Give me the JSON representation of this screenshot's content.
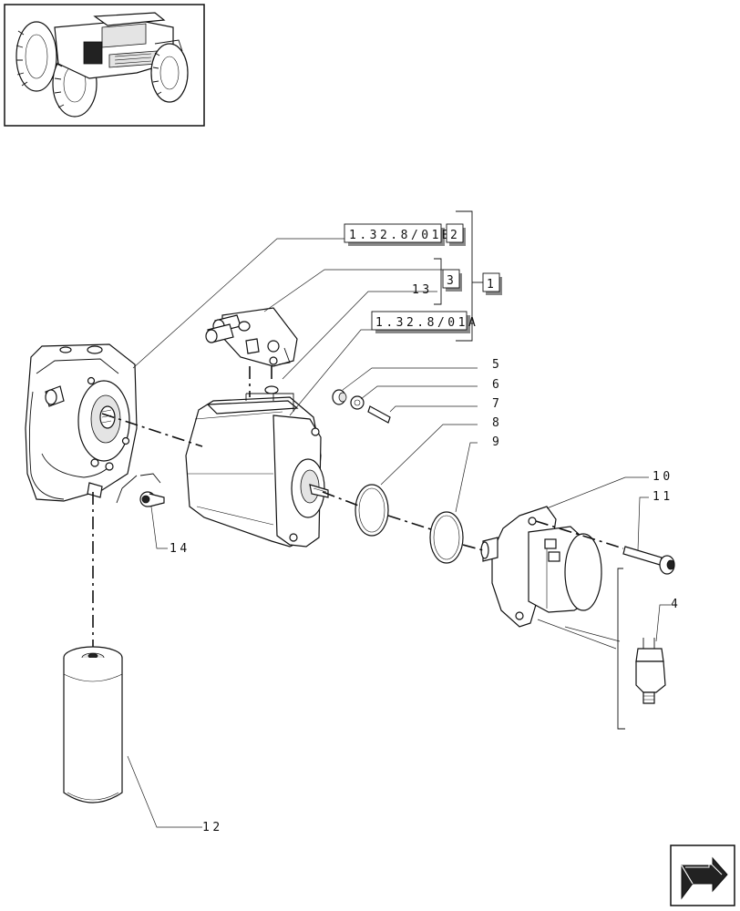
{
  "references": {
    "ref_1_32_8_01B": "1.32.8/01B",
    "ref_1_32_8_01A": "1.32.8/01A"
  },
  "group_numbers": {
    "g1": "1",
    "g2": "2",
    "g3": "3"
  },
  "callouts": {
    "c4": "4",
    "c5": "5",
    "c6": "6",
    "c7": "7",
    "c8": "8",
    "c9": "9",
    "c10": "10",
    "c11": "11",
    "c12": "12",
    "c13": "13",
    "c14": "14"
  },
  "icons": {
    "thumbnail": "tractor-thumbnail-icon",
    "navigation": "next-page-arrow-icon"
  }
}
